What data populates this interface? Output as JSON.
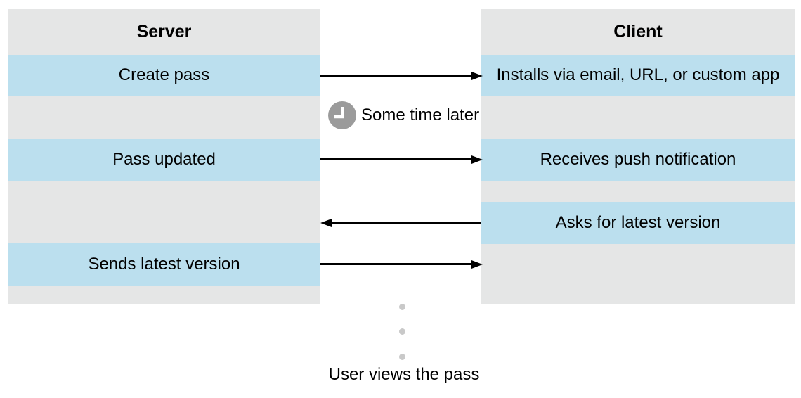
{
  "colors": {
    "row_highlight_blue": "#BBDFEE",
    "row_neutral_gray": "#E5E6E6",
    "clock_fill": "#9B9B9B",
    "clock_hands": "#FFFFFF",
    "arrow": "#000000",
    "ellipsis_dot": "#C9C9C9",
    "text": "#000000"
  },
  "server": {
    "title": "Server",
    "steps": [
      "Create pass",
      "Pass updated",
      "Sends latest version"
    ]
  },
  "client": {
    "title": "Client",
    "steps": [
      "Installs via email, URL, or custom app",
      "Receives push notification",
      "Asks for latest version"
    ]
  },
  "middle": {
    "clock_icon": "clock-icon",
    "time_note": "Some time later",
    "caption": "User views the pass"
  },
  "arrows": [
    {
      "from": "server",
      "to": "client",
      "row": "Create pass",
      "direction": "right"
    },
    {
      "from": "server",
      "to": "client",
      "row": "Pass updated",
      "direction": "right"
    },
    {
      "from": "client",
      "to": "server",
      "row": "Asks for latest version",
      "direction": "left"
    },
    {
      "from": "server",
      "to": "client",
      "row": "Sends latest version",
      "direction": "right"
    }
  ]
}
